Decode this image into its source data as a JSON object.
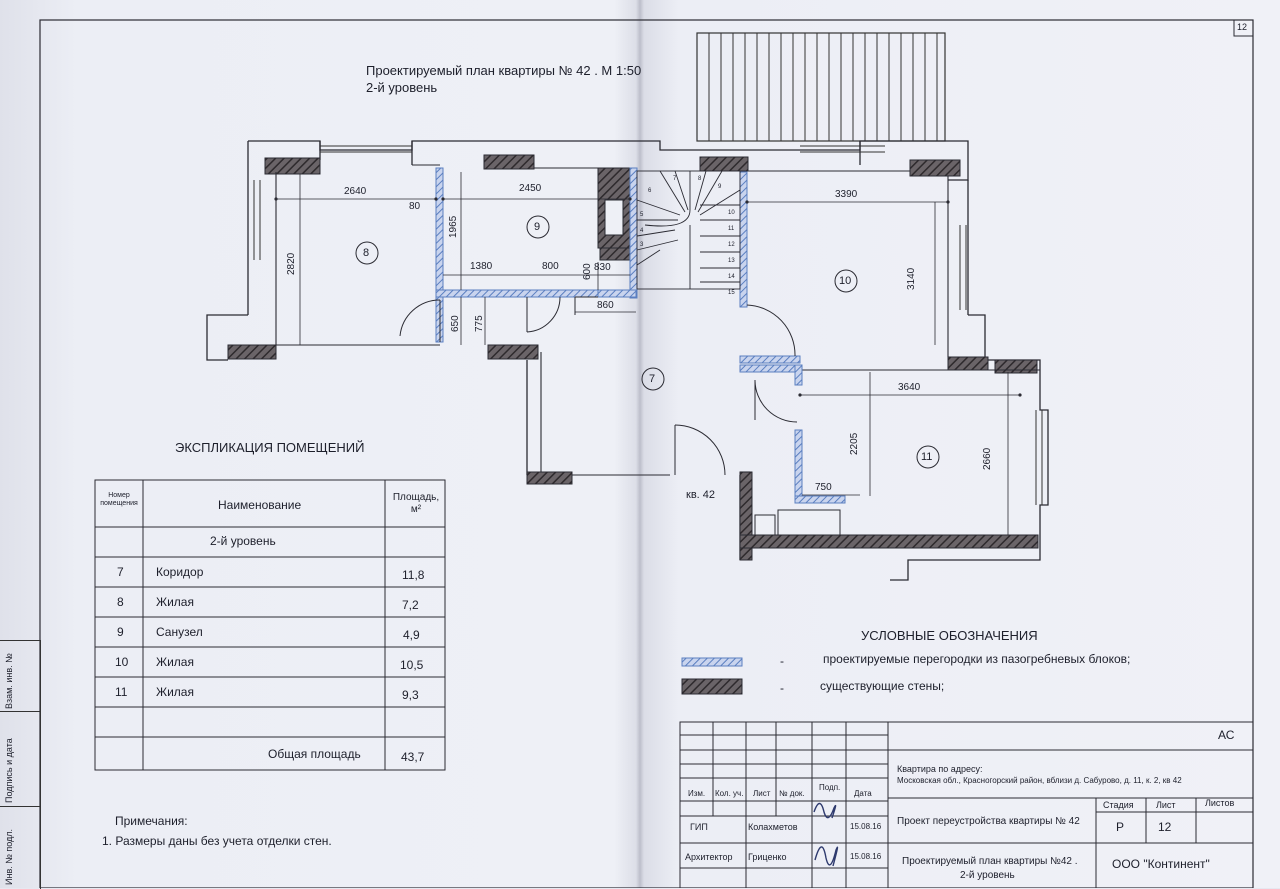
{
  "sheet_number": "12",
  "title": {
    "line1": "Проектируемый план квартиры № 42 . М 1:50",
    "line2": "2-й уровень"
  },
  "plan": {
    "dimensions": {
      "d2640": "2640",
      "d2450": "2450",
      "d3390": "3390",
      "d80": "80",
      "d1965": "1965",
      "d2820": "2820",
      "d1380": "1380",
      "d800": "800",
      "d600": "600",
      "d830": "830",
      "d860": "860",
      "d650": "650",
      "d775": "775",
      "d3140": "3140",
      "d3640": "3640",
      "d2205": "2205",
      "d2660": "2660",
      "d750": "750"
    },
    "rooms": {
      "r7": "7",
      "r8": "8",
      "r9": "9",
      "r10": "10",
      "r11": "11"
    },
    "stair_steps": [
      "6",
      "7",
      "8",
      "9",
      "5",
      "4",
      "3",
      "10",
      "11",
      "12",
      "13",
      "14",
      "15"
    ],
    "apartment_label": "кв. 42"
  },
  "explication": {
    "title": "ЭКСПЛИКАЦИЯ ПОМЕЩЕНИЙ",
    "headers": {
      "num": "Номер помещения",
      "name": "Наименование",
      "area": "Площадь, м²"
    },
    "level": "2-й уровень",
    "rows": [
      {
        "num": "7",
        "name": "Коридор",
        "area": "11,8"
      },
      {
        "num": "8",
        "name": "Жилая",
        "area": "7,2"
      },
      {
        "num": "9",
        "name": "Санузел",
        "area": "4,9"
      },
      {
        "num": "10",
        "name": "Жилая",
        "area": "10,5"
      },
      {
        "num": "11",
        "name": "Жилая",
        "area": "9,3"
      }
    ],
    "total_label": "Общая площадь",
    "total_value": "43,7"
  },
  "notes": {
    "title": "Примечания:",
    "item1": "1. Размеры даны без учета отделки стен."
  },
  "legend": {
    "title": "УСЛОВНЫЕ ОБОЗНАЧЕНИЯ",
    "dash": "-",
    "item1": "проектируемые перегородки из пазогребневых блоков;",
    "item2": "существующие стены;",
    "color_partition": "#5b7fc0",
    "color_wall": "#4a4347"
  },
  "stamp": {
    "code": "АС",
    "address_line1": "Квартира по адресу:",
    "address_line2": "Московская обл., Красногорский район, вблизи д. Сабурово, д. 11, к. 2, кв 42",
    "col_izm": "Изм.",
    "col_kol": "Кол. уч.",
    "col_list": "Лист",
    "col_doc": "№ док.",
    "col_podp": "Подп.",
    "col_date": "Дата",
    "project": "Проект переустройства квартиры № 42",
    "stage_label": "Стадия",
    "sheet_label": "Лист",
    "sheets_label": "Листов",
    "stage_value": "Р",
    "sheet_value": "12",
    "gip_role": "ГИП",
    "gip_name": "Колахметов",
    "gip_date": "15.08.16",
    "arch_role": "Архитектор",
    "arch_name": "Гриценко",
    "arch_date": "15.08.16",
    "drawing_line1": "Проектируемый план квартиры №42 .",
    "drawing_line2": "2-й уровень",
    "company": "ООО \"Континент\""
  },
  "side_stamp": {
    "inv_vzam": "Взам. инв. №",
    "podp_data": "Подпись и дата",
    "inv_podl": "Инв. № подл."
  }
}
